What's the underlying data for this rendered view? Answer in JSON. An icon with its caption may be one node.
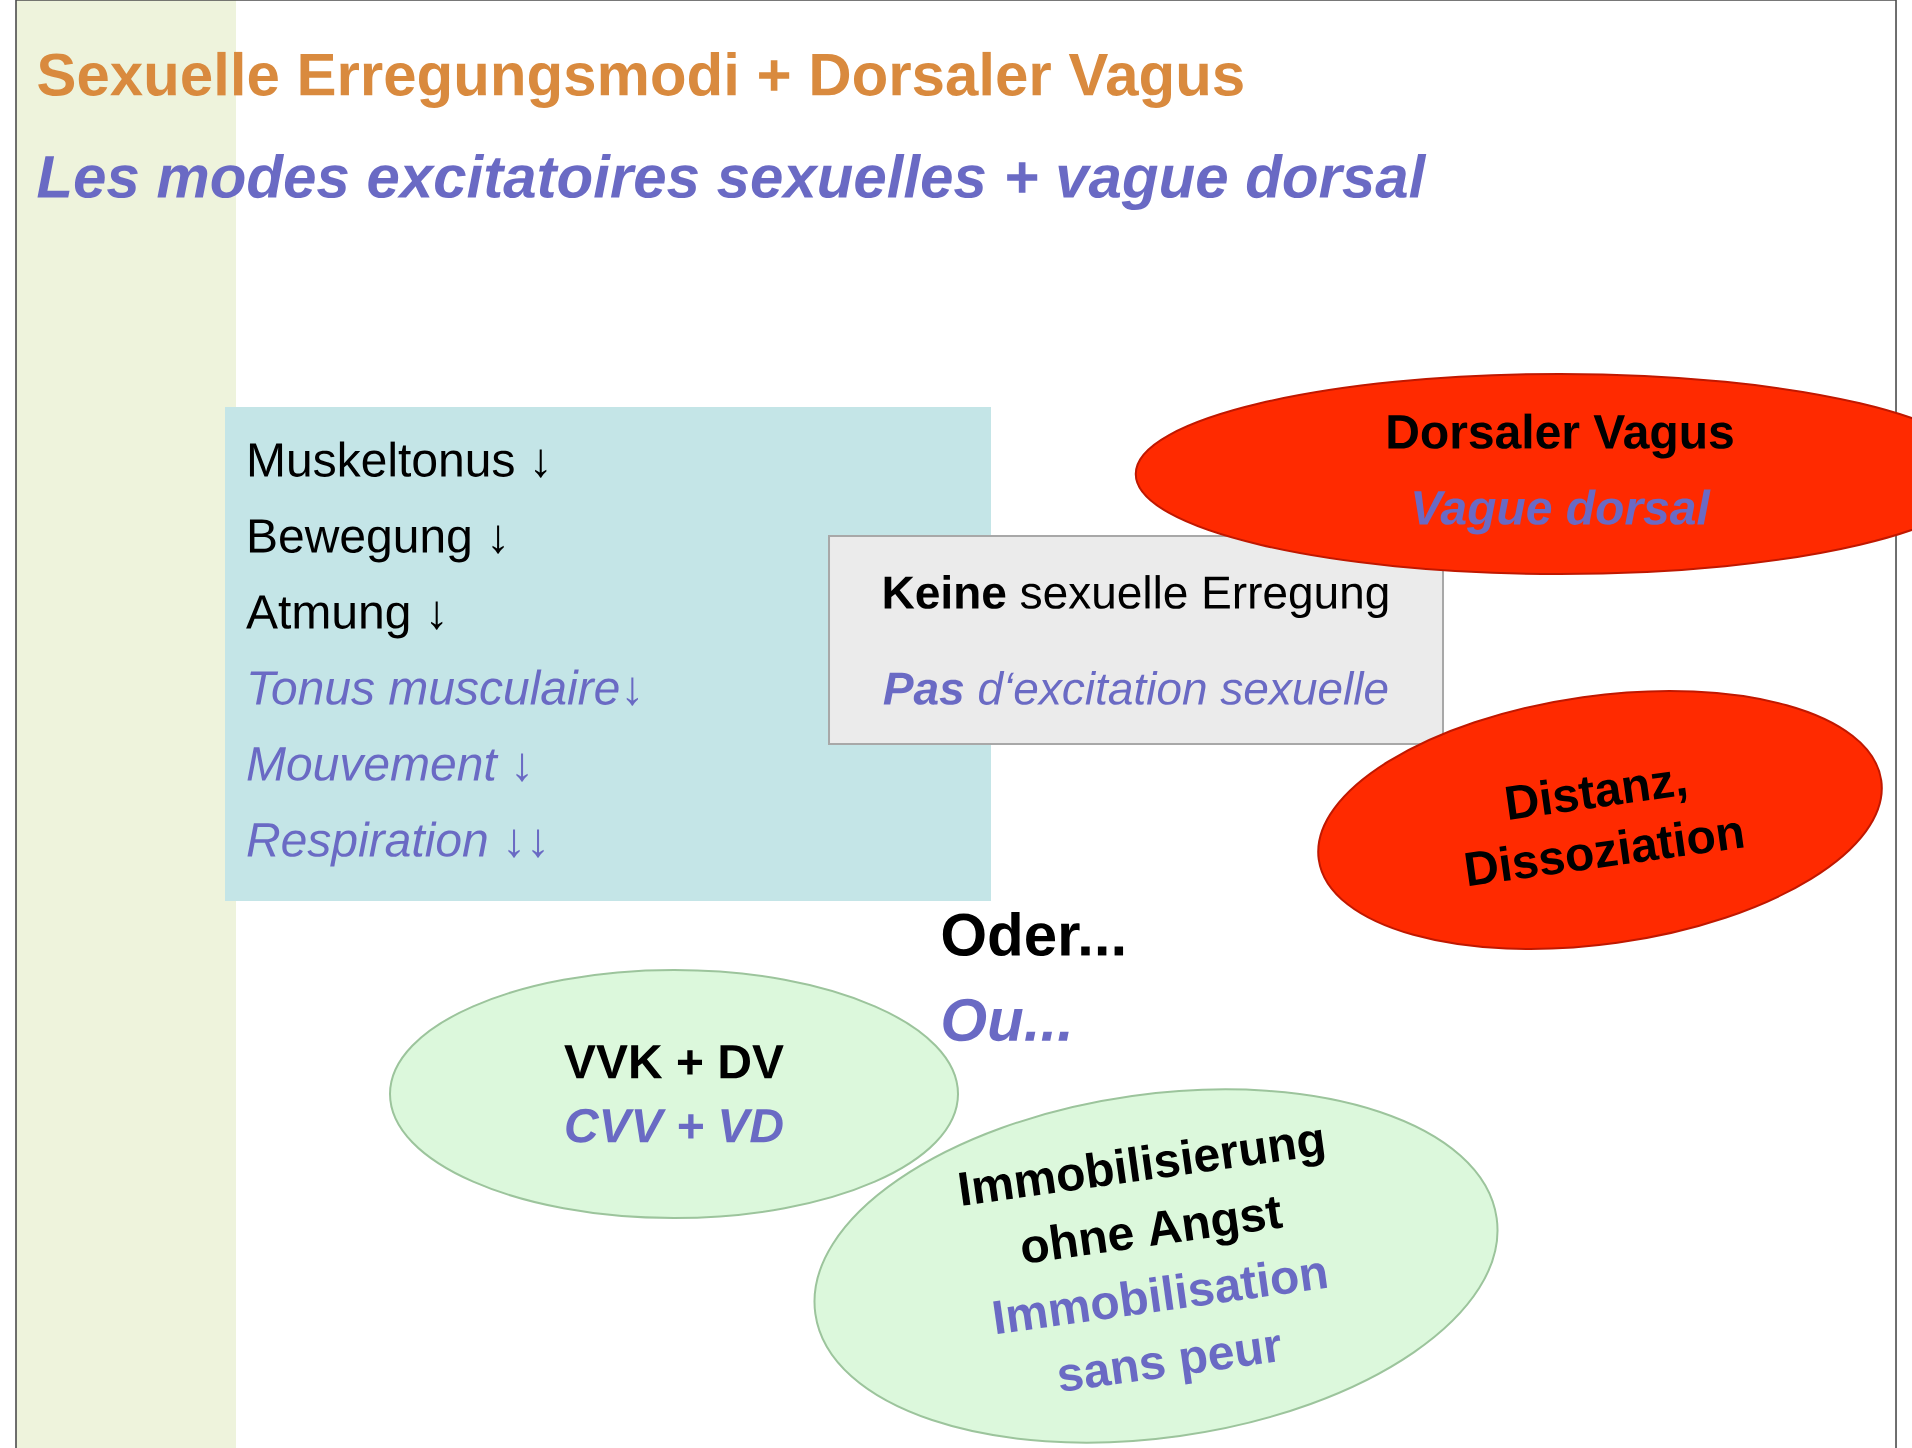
{
  "diagram": {
    "title": "Sexuelle Erregungsmodi + Dorsaler Vagus",
    "nodes": [
      {
        "text": [
          "Muskeltonus ↓",
          "Bewegung ↓",
          "Atmung ↓",
          "Tonus musculaire↓",
          "Mouvement ↓",
          "Respiration ↓↓"
        ]
      },
      {
        "text": [
          "**Keine** sexuelle Erregung",
          "**Pas** d‘excitation sexuelle"
        ]
      },
      {
        "text": [
          "Dorsaler Vagus",
          "Vague dorsal"
        ]
      },
      {
        "text": [
          "Distanz, Dissoziation"
        ]
      },
      {
        "text": [
          "VVK + DV",
          "CVV + VD"
        ]
      },
      {
        "text": [
          "Immobilisierung ohne Angst",
          "Immobilisation sans peur"
        ]
      }
    ],
    "labels": [
      "Les modes excitatoires sexuelles + vague dorsal",
      "Oder...",
      "Ou..."
    ]
  }
}
